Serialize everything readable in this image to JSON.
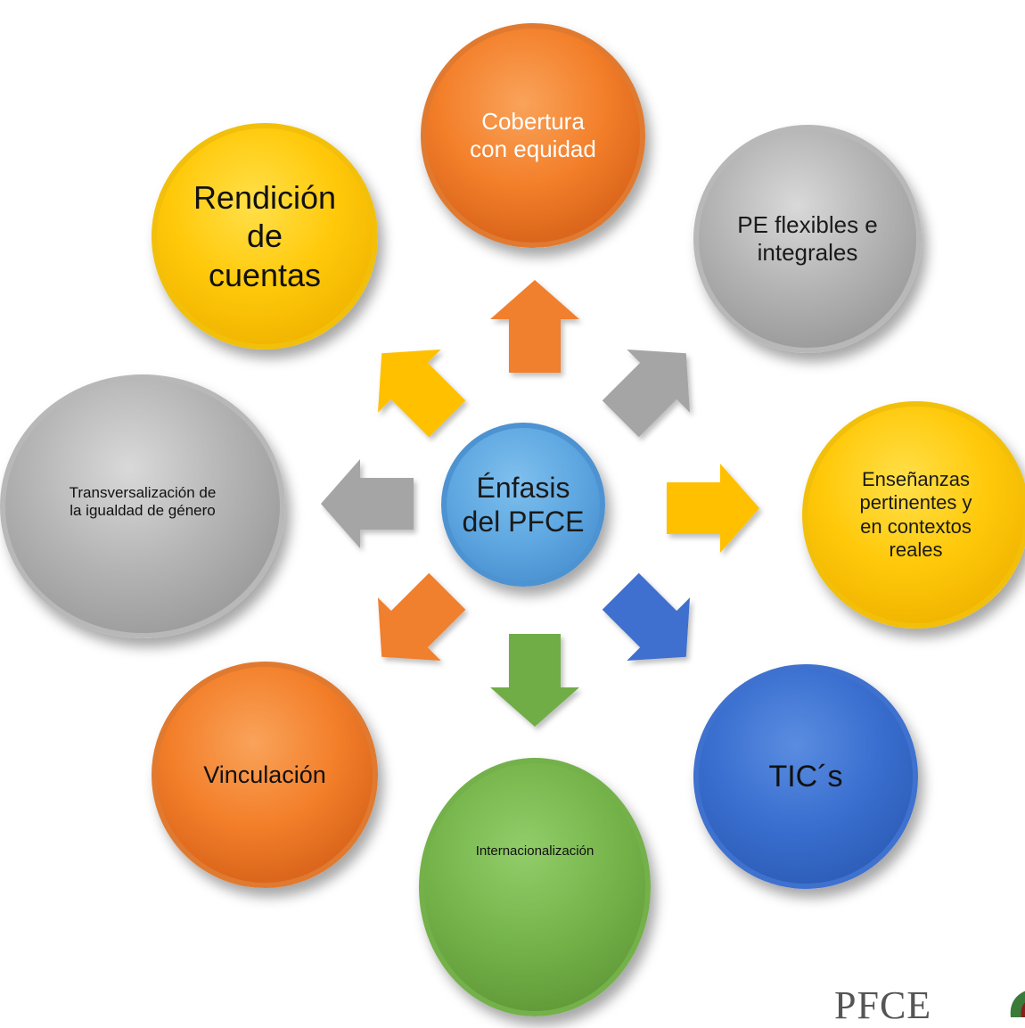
{
  "center": {
    "label": "Énfasis\ndel PFCE"
  },
  "nodes": {
    "cobertura": "Cobertura\ncon equidad",
    "pe": "PE flexibles e\nintegrales",
    "ensenanzas": "Enseñanzas\npertinentes y\nen contextos\nreales",
    "tics": "TIC´s",
    "internacionalizacion": "Internacionalización",
    "vinculacion": "Vinculación",
    "transversalizacion": "Transversalización de\nla igualdad de género",
    "rendicion": "Rendición\nde\ncuentas"
  },
  "logo": {
    "text": "PFCE"
  },
  "colors": {
    "orange": "#f07f2e",
    "yellow": "#ffc000",
    "gray": "#a5a5a5",
    "blue": "#3f6fcf",
    "green": "#70ad47",
    "light_blue": "#5b9bd5"
  }
}
